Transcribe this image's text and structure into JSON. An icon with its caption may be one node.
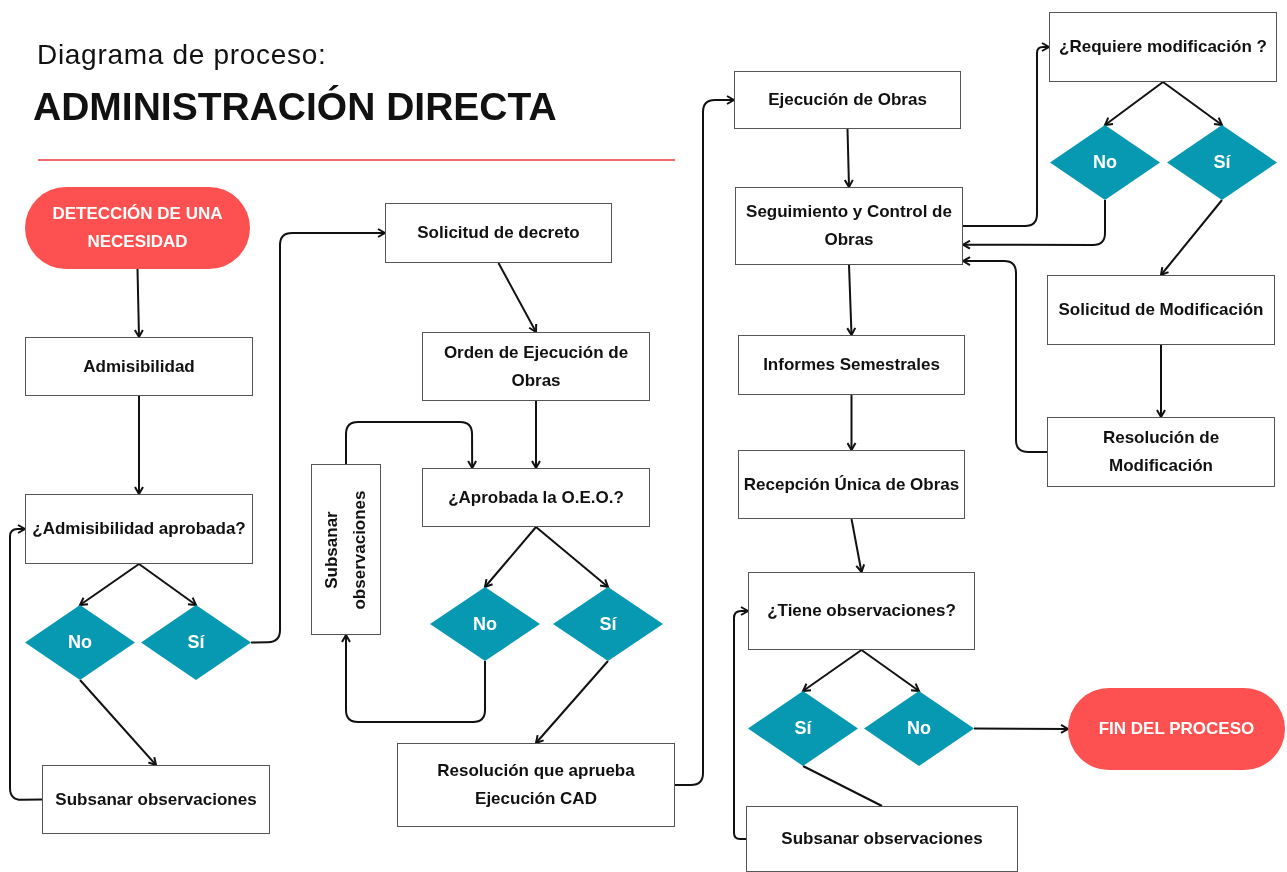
{
  "diagram": {
    "title": "ADMINISTRACIÓN DIRECTA",
    "nodes": [
      {
        "text": [
          "DETECCIÓN DE UNA NECESIDAD"
        ]
      },
      {
        "text": [
          "Admisibilidad"
        ]
      },
      {
        "text": [
          "¿Admisibilidad aprobada?"
        ]
      },
      {
        "text": [
          "No"
        ]
      },
      {
        "text": [
          "Sí"
        ]
      },
      {
        "text": [
          "Subsanar observaciones"
        ]
      },
      {
        "text": [
          "Solicitud de decreto"
        ]
      },
      {
        "text": [
          "Orden de Ejecución de Obras"
        ]
      },
      {
        "text": [
          "Subsanar observaciones"
        ]
      },
      {
        "text": [
          "¿Aprobada la O.E.O.?"
        ]
      },
      {
        "text": [
          "No"
        ]
      },
      {
        "text": [
          "Sí"
        ]
      },
      {
        "text": [
          "Resolución que aprueba Ejecución CAD"
        ]
      },
      {
        "text": [
          "Ejecución de Obras"
        ]
      },
      {
        "text": [
          "Seguimiento y Control de Obras"
        ]
      },
      {
        "text": [
          "Informes Semestrales"
        ]
      },
      {
        "text": [
          "Recepción Única de Obras"
        ]
      },
      {
        "text": [
          "¿Tiene observaciones?"
        ]
      },
      {
        "text": [
          "Sí"
        ]
      },
      {
        "text": [
          "No"
        ]
      },
      {
        "text": [
          "FIN DEL PROCESO"
        ]
      },
      {
        "text": [
          "Subsanar observaciones"
        ]
      },
      {
        "text": [
          "¿Requiere modificación ?"
        ]
      },
      {
        "text": [
          "No"
        ]
      },
      {
        "text": [
          "Sí"
        ]
      },
      {
        "text": [
          "Solicitud de Modificación"
        ]
      },
      {
        "text": [
          "Resolución de Modificación"
        ]
      }
    ],
    "edges": [
      {
        "from": 0,
        "to": 1,
        "arrow": "to"
      },
      {
        "from": 1,
        "to": 2,
        "arrow": "to"
      },
      {
        "from": 2,
        "to": 3,
        "arrow": "to"
      },
      {
        "from": 2,
        "to": 4,
        "arrow": "to"
      },
      {
        "from": 3,
        "to": 5,
        "arrow": "to"
      },
      {
        "from": 5,
        "to": 2,
        "arrow": "to"
      },
      {
        "from": 4,
        "to": 6,
        "arrow": "to"
      },
      {
        "from": 6,
        "to": 7,
        "arrow": "to"
      },
      {
        "from": 7,
        "to": 9,
        "arrow": "to"
      },
      {
        "from": 9,
        "to": 10,
        "arrow": "to"
      },
      {
        "from": 9,
        "to": 11,
        "arrow": "to"
      },
      {
        "from": 10,
        "to": 8,
        "arrow": "to"
      },
      {
        "from": 8,
        "to": 9,
        "arrow": "to"
      },
      {
        "from": 11,
        "to": 12,
        "arrow": "to"
      },
      {
        "from": 12,
        "to": 13,
        "arrow": "to"
      },
      {
        "from": 13,
        "to": 14,
        "arrow": "to"
      },
      {
        "from": 14,
        "to": 22,
        "arrow": "to"
      },
      {
        "from": 22,
        "to": 23,
        "arrow": "to"
      },
      {
        "from": 22,
        "to": 24,
        "arrow": "to"
      },
      {
        "from": 23,
        "to": 14,
        "arrow": "to"
      },
      {
        "from": 24,
        "to": 25,
        "arrow": "to"
      },
      {
        "from": 25,
        "to": 26,
        "arrow": "to"
      },
      {
        "from": 26,
        "to": 14,
        "arrow": "to"
      },
      {
        "from": 14,
        "to": 15,
        "arrow": "to"
      },
      {
        "from": 15,
        "to": 16,
        "arrow": "to"
      },
      {
        "from": 16,
        "to": 17,
        "arrow": "to"
      },
      {
        "from": 17,
        "to": 18,
        "arrow": "to"
      },
      {
        "from": 17,
        "to": 19,
        "arrow": "to"
      },
      {
        "from": 19,
        "to": 20,
        "arrow": "to"
      },
      {
        "from": 18,
        "to": 21,
        "arrow": "none"
      },
      {
        "from": 21,
        "to": 17,
        "arrow": "to"
      }
    ],
    "labels": [
      "Diagrama de proceso:"
    ]
  }
}
